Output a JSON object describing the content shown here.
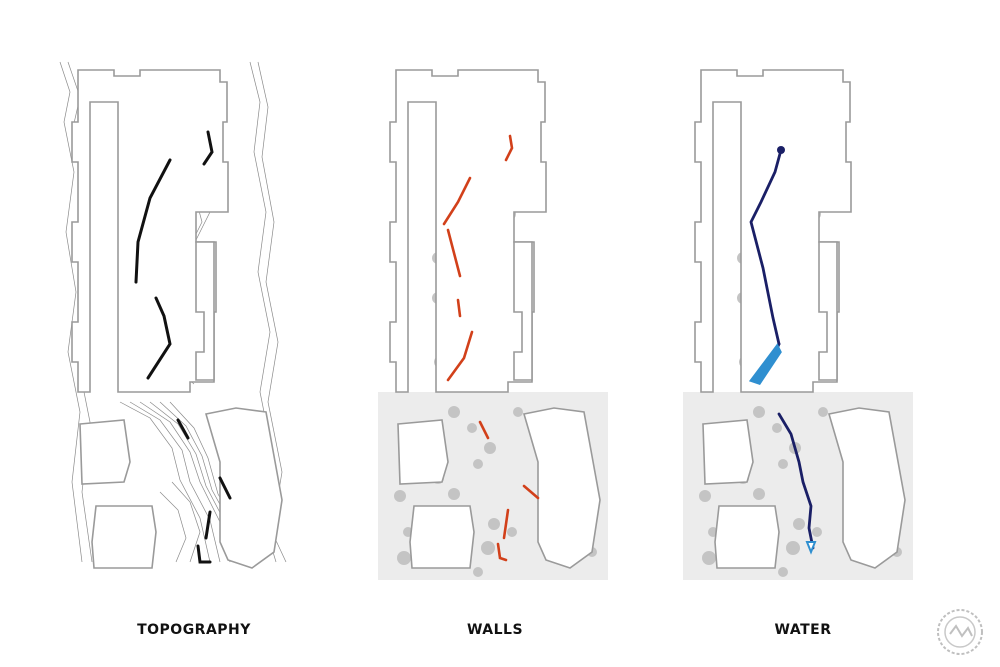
{
  "panels": [
    {
      "id": "topography",
      "title": "TOPOGRAPHY"
    },
    {
      "id": "walls",
      "title": "WALLS",
      "accent": "#d2401a"
    },
    {
      "id": "water",
      "title": "WATER",
      "accent": "#1a1f66",
      "accent2": "#2f8fd0"
    }
  ],
  "colors": {
    "building_outline": "#9a9a9a",
    "ground": "#ececec",
    "tree": "#c4c4c4",
    "topo_line": "#8a8a8a",
    "topo_path": "#111111"
  },
  "watermark": {
    "icon": "site-logo-stamp-icon"
  }
}
